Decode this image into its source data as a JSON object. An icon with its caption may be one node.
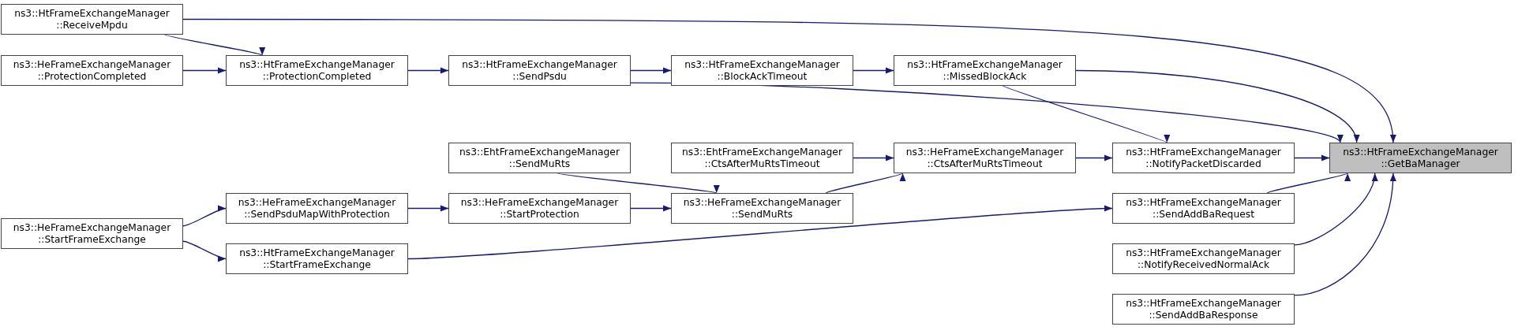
{
  "diagram": {
    "nodes": [
      {
        "text": [
          "ns3::HtFrameExchangeManager ::GetBaManager"
        ]
      },
      {
        "text": [
          "ns3::HtFrameExchangeManager ::ReceiveMpdu"
        ]
      },
      {
        "text": [
          "ns3::HtFrameExchangeManager ::ProtectionCompleted"
        ]
      },
      {
        "text": [
          "ns3::HeFrameExchangeManager ::ProtectionCompleted"
        ]
      },
      {
        "text": [
          "ns3::HtFrameExchangeManager ::SendPsdu"
        ]
      },
      {
        "text": [
          "ns3::HtFrameExchangeManager ::BlockAckTimeout"
        ]
      },
      {
        "text": [
          "ns3::HtFrameExchangeManager ::MissedBlockAck"
        ]
      },
      {
        "text": [
          "ns3::HtFrameExchangeManager ::NotifyPacketDiscarded"
        ]
      },
      {
        "text": [
          "ns3::HeFrameExchangeManager ::CtsAfterMuRtsTimeout"
        ]
      },
      {
        "text": [
          "ns3::EhtFrameExchangeManager ::CtsAfterMuRtsTimeout"
        ]
      },
      {
        "text": [
          "ns3::EhtFrameExchangeManager ::SendMuRts"
        ]
      },
      {
        "text": [
          "ns3::HeFrameExchangeManager ::SendMuRts"
        ]
      },
      {
        "text": [
          "ns3::HeFrameExchangeManager ::StartProtection"
        ]
      },
      {
        "text": [
          "ns3::HeFrameExchangeManager ::SendPsduMapWithProtection"
        ]
      },
      {
        "text": [
          "ns3::HeFrameExchangeManager ::StartFrameExchange"
        ]
      },
      {
        "text": [
          "ns3::HtFrameExchangeManager ::StartFrameExchange"
        ]
      },
      {
        "text": [
          "ns3::HtFrameExchangeManager ::SendAddBaRequest"
        ]
      },
      {
        "text": [
          "ns3::HtFrameExchangeManager ::NotifyReceivedNormalAck"
        ]
      },
      {
        "text": [
          "ns3::HtFrameExchangeManager ::SendAddBaResponse"
        ]
      }
    ],
    "edges": [
      {
        "from": 1,
        "to": 0,
        "arrow": "to"
      },
      {
        "from": 1,
        "to": 2,
        "arrow": "to"
      },
      {
        "from": 3,
        "to": 2,
        "arrow": "to"
      },
      {
        "from": 2,
        "to": 4,
        "arrow": "to"
      },
      {
        "from": 4,
        "to": 5,
        "arrow": "to"
      },
      {
        "from": 5,
        "to": 6,
        "arrow": "to"
      },
      {
        "from": 6,
        "to": 0,
        "arrow": "to"
      },
      {
        "from": 4,
        "to": 0,
        "arrow": "to"
      },
      {
        "from": 6,
        "to": 7,
        "arrow": "to"
      },
      {
        "from": 7,
        "to": 0,
        "arrow": "to"
      },
      {
        "from": 8,
        "to": 7,
        "arrow": "to"
      },
      {
        "from": 9,
        "to": 8,
        "arrow": "to"
      },
      {
        "from": 10,
        "to": 11,
        "arrow": "to"
      },
      {
        "from": 11,
        "to": 8,
        "arrow": "to"
      },
      {
        "from": 12,
        "to": 11,
        "arrow": "to"
      },
      {
        "from": 13,
        "to": 12,
        "arrow": "to"
      },
      {
        "from": 14,
        "to": 13,
        "arrow": "to"
      },
      {
        "from": 14,
        "to": 15,
        "arrow": "to"
      },
      {
        "from": 15,
        "to": 16,
        "arrow": "to"
      },
      {
        "from": 16,
        "to": 0,
        "arrow": "to"
      },
      {
        "from": 17,
        "to": 0,
        "arrow": "to"
      },
      {
        "from": 18,
        "to": 0,
        "arrow": "to"
      }
    ]
  }
}
